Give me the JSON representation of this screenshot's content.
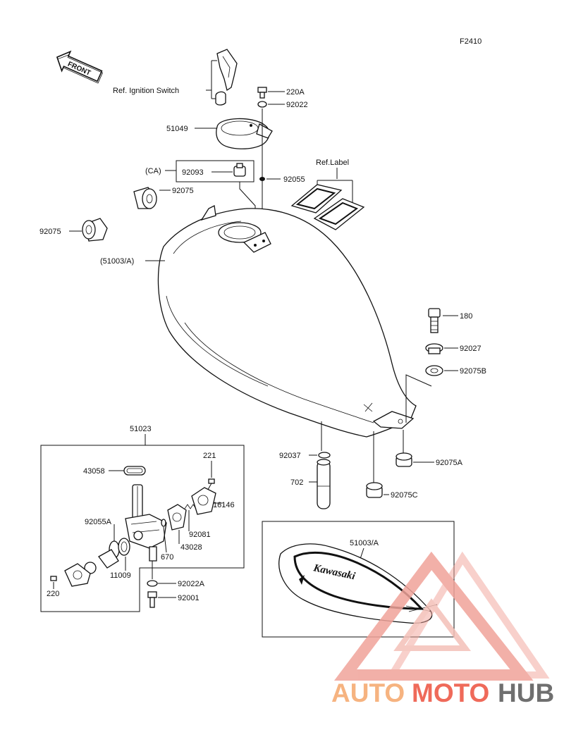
{
  "figure_id": "F2410",
  "front_label": "FRONT",
  "labels": {
    "ref_ignition_switch": "Ref. Ignition Switch",
    "p220A": "220A",
    "p92022": "92022",
    "p51049": "51049",
    "ca": "(CA)",
    "p92093": "92093",
    "p92055": "92055",
    "ref_label": "Ref.Label",
    "p92075_a": "92075",
    "p92075_b": "92075",
    "p51003A_paren": "(51003/A)",
    "p180": "180",
    "p92027": "92027",
    "p92075B": "92075B",
    "p51023": "51023",
    "p43058": "43058",
    "p221": "221",
    "p16146": "16146",
    "p92055A": "92055A",
    "p92081": "92081",
    "p43028": "43028",
    "p670": "670",
    "p11009": "11009",
    "p220": "220",
    "p92022A": "92022A",
    "p92001": "92001",
    "p92037": "92037",
    "p702": "702",
    "p92075C": "92075C",
    "p92075A": "92075A",
    "p51003A": "51003/A"
  },
  "emblem_text": "Kawasaki",
  "watermark": {
    "auto": "AUTO",
    "moto": "MOTO",
    "hub": "HUB",
    "color_auto": "#f6b380",
    "color_moto": "#ef6a5a",
    "color_hub": "#6f6f6f"
  }
}
